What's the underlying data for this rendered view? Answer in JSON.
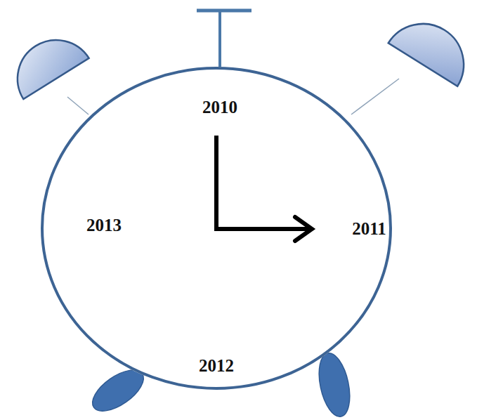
{
  "diagram": {
    "nodes": [
      {
        "text": [
          "2010",
          "2013",
          "2011",
          "2012"
        ]
      }
    ]
  }
}
